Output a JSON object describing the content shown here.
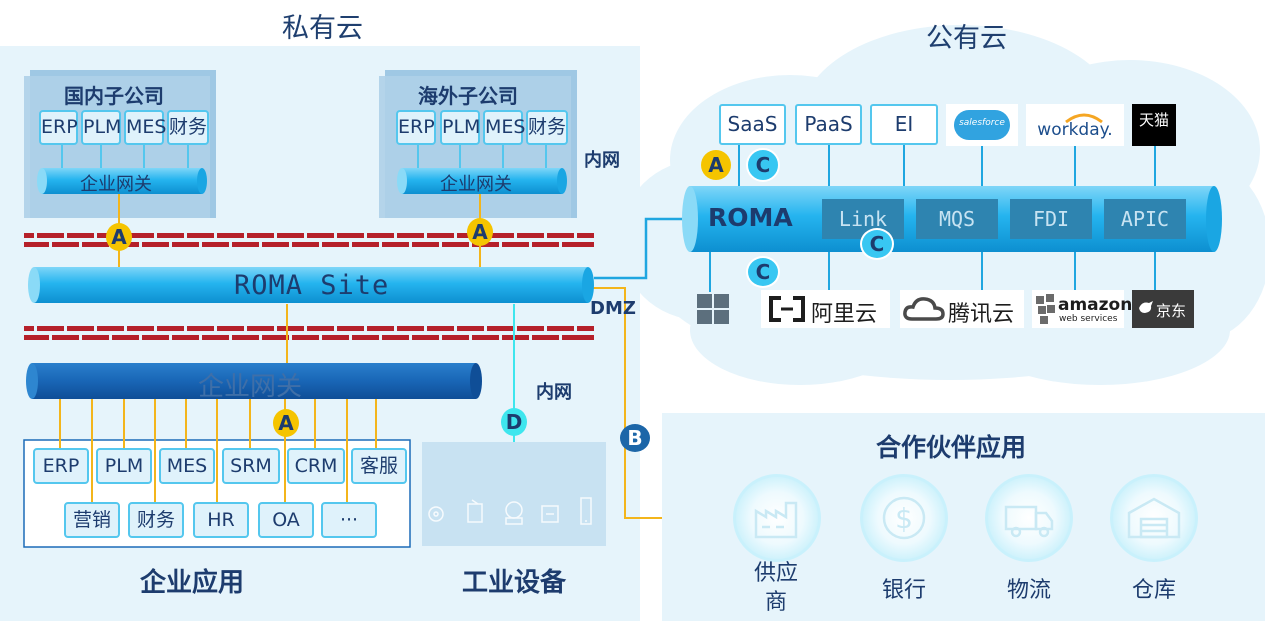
{
  "private_cloud": {
    "title": "私有云",
    "domestic": {
      "title": "国内子公司",
      "systems": [
        "ERP",
        "PLM",
        "MES",
        "财务"
      ],
      "gateway": "企业网关"
    },
    "overseas": {
      "title": "海外子公司",
      "systems": [
        "ERP",
        "PLM",
        "MES",
        "财务"
      ],
      "gateway": "企业网关"
    },
    "intranet_label": "内网",
    "roma_site": "ROMA Site",
    "dmz_label": "DMZ",
    "enterprise_gateway": "企业网关",
    "intranet_label_2": "内网",
    "enterprise_apps": {
      "title": "企业应用",
      "row1": [
        "ERP",
        "PLM",
        "MES",
        "SRM",
        "CRM",
        "客服"
      ],
      "row2": [
        "营销",
        "财务",
        "HR",
        "OA",
        "···"
      ]
    },
    "industrial": {
      "title": "工业设备"
    }
  },
  "public_cloud": {
    "title": "公有云",
    "services": [
      "SaaS",
      "PaaS",
      "EI"
    ],
    "top_logos": [
      "salesforce",
      "workday.",
      "天猫"
    ],
    "roma": {
      "name": "ROMA",
      "components": [
        "Link",
        "MQS",
        "FDI",
        "APIC"
      ]
    },
    "bottom_logos": [
      "阿里云",
      "腾讯云",
      "amazon",
      "web services",
      "京东"
    ]
  },
  "partners": {
    "title": "合作伙伴应用",
    "items": [
      {
        "label": "供应商",
        "icon": "factory-icon"
      },
      {
        "label": "银行",
        "icon": "dollar-icon"
      },
      {
        "label": "物流",
        "icon": "truck-icon"
      },
      {
        "label": "仓库",
        "icon": "warehouse-icon"
      }
    ]
  },
  "badges": {
    "a": "A",
    "b": "B",
    "c": "C",
    "d": "D"
  },
  "colors": {
    "roma_pipe": "#1fb0ee",
    "gateway_pipe": "#1c6bb8",
    "firewall": "#b5202a",
    "line_orange": "#f3b51b",
    "line_cyan": "#3ee6ee",
    "panel": "#e6f4fb"
  }
}
